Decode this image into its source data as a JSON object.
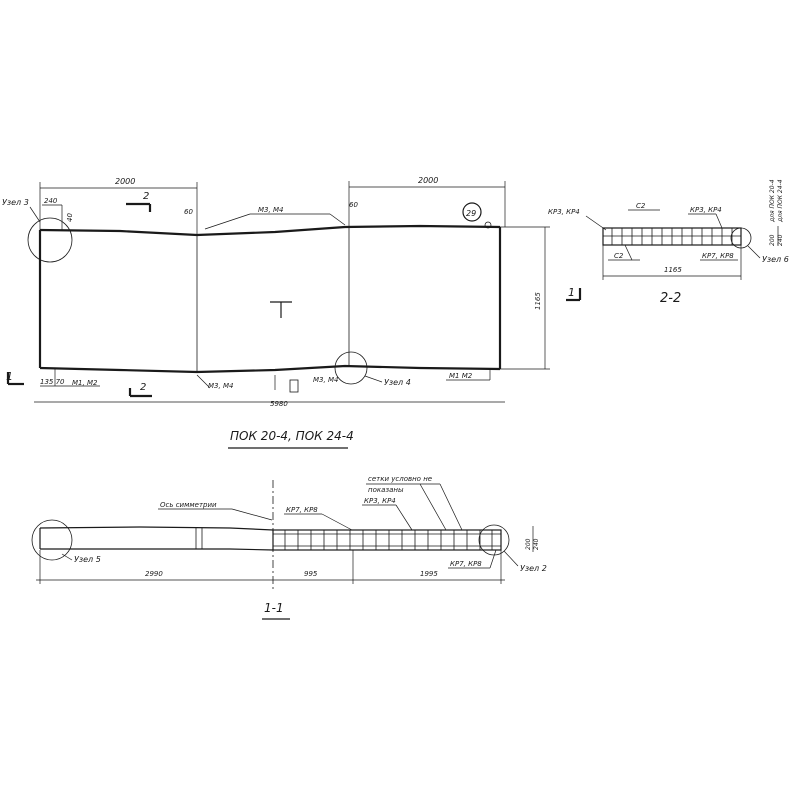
{
  "plan": {
    "dim_left_span": "2000",
    "dim_right_span": "2000",
    "dim_total_length": "5980",
    "dim_height": "1165",
    "dim_240": "240",
    "dim_40": "40",
    "dim_60_left": "60",
    "dim_60_right": "60",
    "dim_135_70": "135 70",
    "node_3": "Узел 3",
    "node_4": "Узел 4",
    "label_m3_m4_top": "М3, М4",
    "label_m3_m4_bottom_left": "М3, М4",
    "label_m3_m4_bottom_mid": "М3, М4",
    "label_m1_m2_left": "М1, М2",
    "label_m1_m2_right": "М1  М2",
    "circle_mark": "29",
    "section_2_top": "2",
    "section_2_bottom": "2",
    "section_1_left": "1",
    "section_1_right": "1",
    "t_mark": "T",
    "title": "ПОК 20-4,  ПОК 24-4"
  },
  "section22": {
    "label_kr3_kr4_left": "КР3, КР4",
    "label_c2_top": "С2",
    "label_kr3_kr4_right": "КР3, КР4",
    "label_c2_bottom": "С2",
    "label_kr7_kr8": "КР7, КР8",
    "dim_width": "1165",
    "node_6": "Узел 6",
    "title": "2-2",
    "dim_200": "200",
    "dim_240": "240",
    "note_line1": "для ПОК 20-4",
    "note_line2": "для ПОК 24-4"
  },
  "section11": {
    "axis_label": "Ось  симметрии",
    "mesh_note_line1": "сетки  условно не",
    "mesh_note_line2": "показаны",
    "label_kr7_kr8_top": "КР7, КР8",
    "label_kr3_kr4": "КР3, КР4",
    "label_kr7_kr8_bottom": "КР7, КР8",
    "node_5": "Узел 5",
    "node_2": "Узел 2",
    "dim_2990": "2990",
    "dim_995": "995",
    "dim_1995": "1995",
    "dim_200": "200",
    "dim_240": "240",
    "title": "1-1"
  }
}
